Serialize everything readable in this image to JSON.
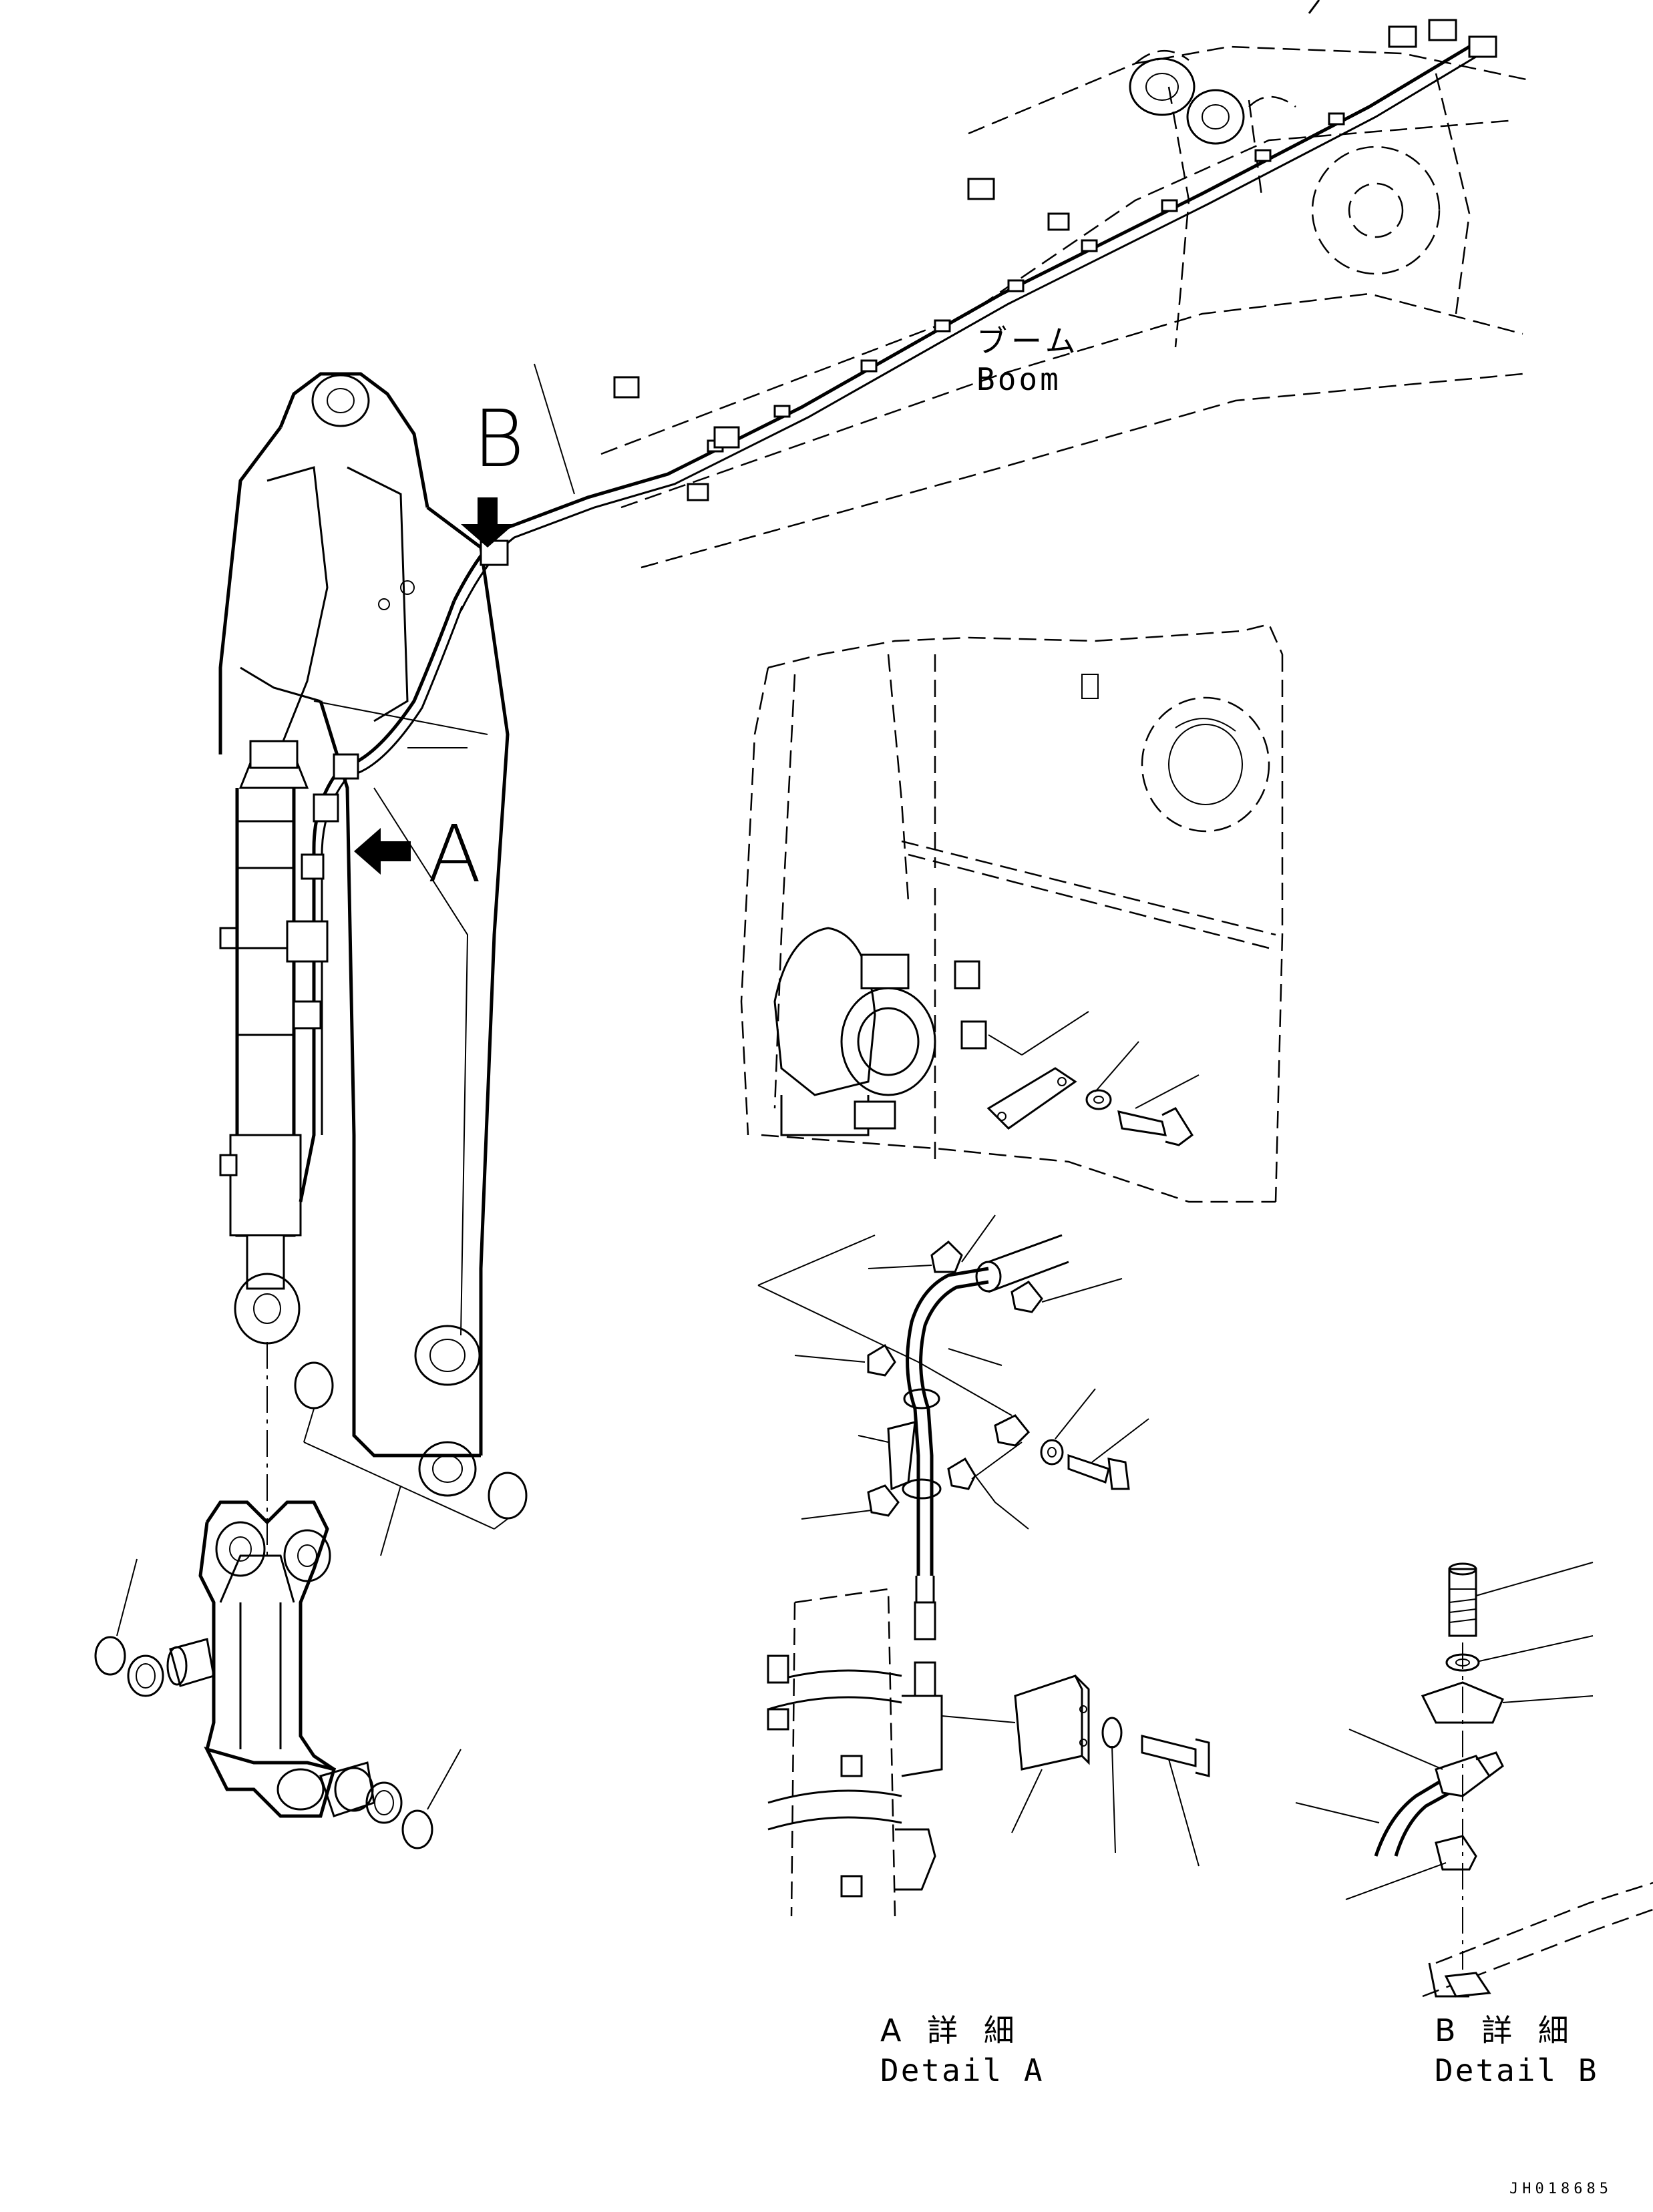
{
  "labels": {
    "boom_jp": "ブーム",
    "boom_en": "Boom",
    "view_a": "A",
    "view_b": "B",
    "detail_a_jp": "A 詳 細",
    "detail_a_en": "Detail A",
    "detail_b_jp": "B 詳 細",
    "detail_b_en": "Detail B",
    "drawing_code": "JH018685"
  },
  "icons": {
    "arrow_a": "view-arrow-left-icon",
    "arrow_b": "view-arrow-down-icon"
  },
  "colors": {
    "line": "#000000",
    "background": "#ffffff"
  }
}
